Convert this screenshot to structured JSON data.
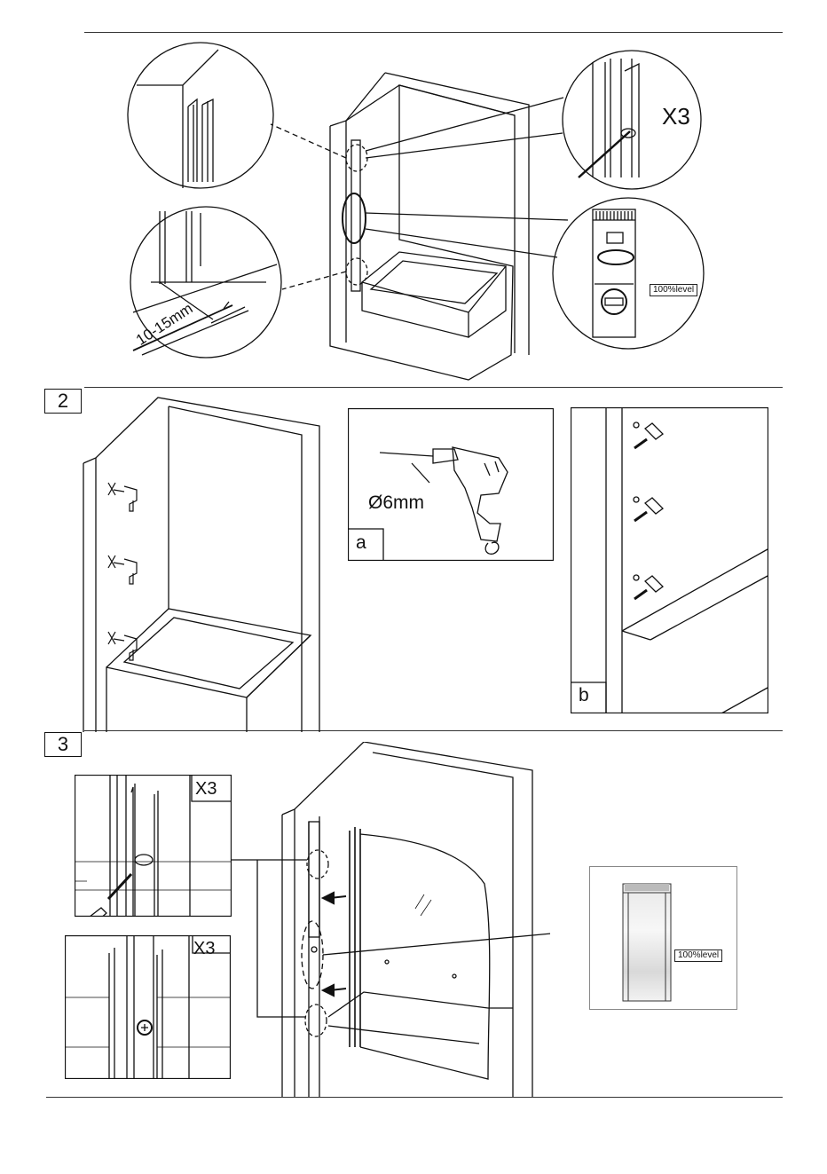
{
  "steps": [
    {
      "number": "2"
    },
    {
      "number": "3"
    }
  ],
  "step1": {
    "gap_dimension": "10-15mm",
    "quantity_label": "X3",
    "level_label": "100%level"
  },
  "step2": {
    "panel_a_label": "a",
    "panel_b_label": "b",
    "drill_bit_size": "Ø6mm"
  },
  "step3": {
    "quantity_label_top": "X3",
    "quantity_label_bottom": "X3",
    "level_label": "100%level"
  },
  "footer": {
    "fragment_text": "..."
  }
}
